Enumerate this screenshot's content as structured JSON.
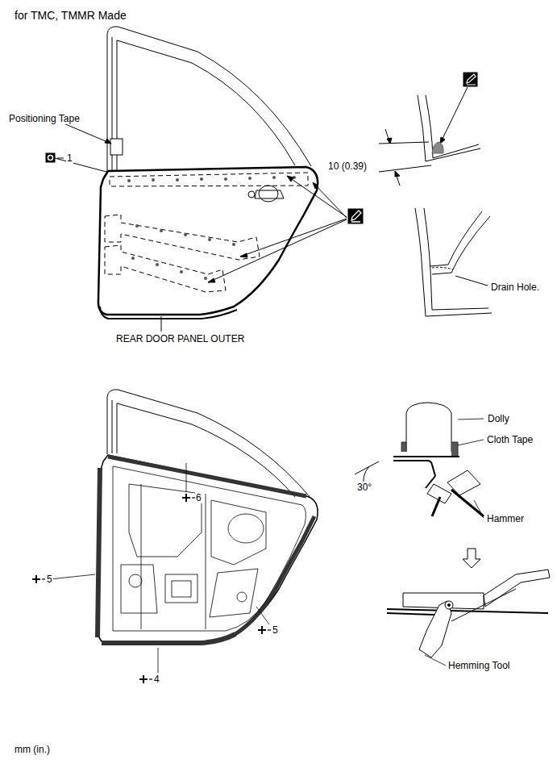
{
  "diagram": {
    "title": "for TMC, TMMR Made",
    "labels": [
      "Positioning Tape",
      "1",
      "10 (0.39)",
      "Drain Hole.",
      "REAR DOOR PANEL OUTER",
      "6",
      "5",
      "5",
      "4",
      "Dolly",
      "Cloth Tape",
      "30°",
      "Hammer",
      "Hemming Tool",
      "mm (in.)"
    ]
  }
}
